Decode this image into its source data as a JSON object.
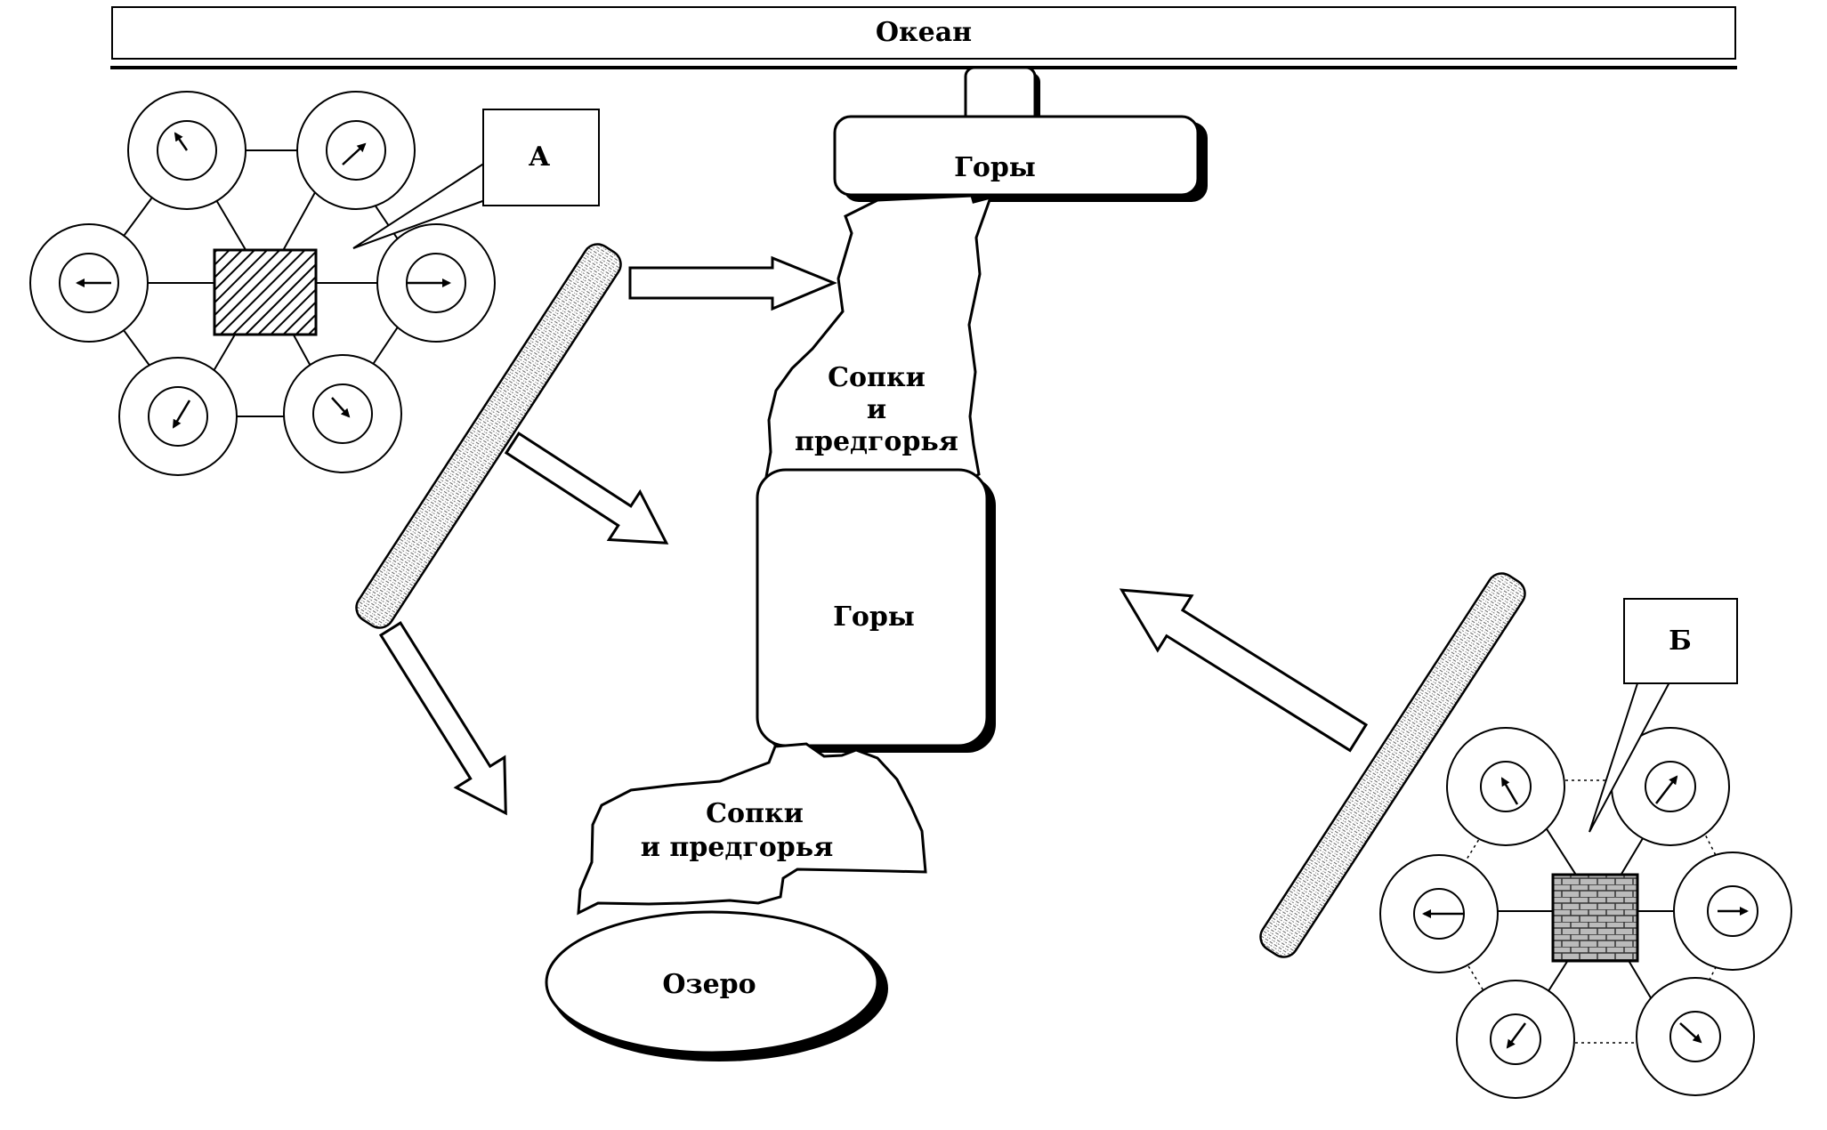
{
  "ocean": {
    "label": "Океан"
  },
  "mountains_top": {
    "label": "Горы"
  },
  "hills_upper": {
    "line1": "Сопки",
    "line2": "и",
    "line3": "предгорья"
  },
  "mountains_middle": {
    "label": "Горы"
  },
  "hills_lower": {
    "line1": "Сопки",
    "line2": "и предгорья"
  },
  "lake": {
    "label": "Озеро"
  },
  "callout_a": {
    "label": "А"
  },
  "callout_b": {
    "label": "Б"
  }
}
